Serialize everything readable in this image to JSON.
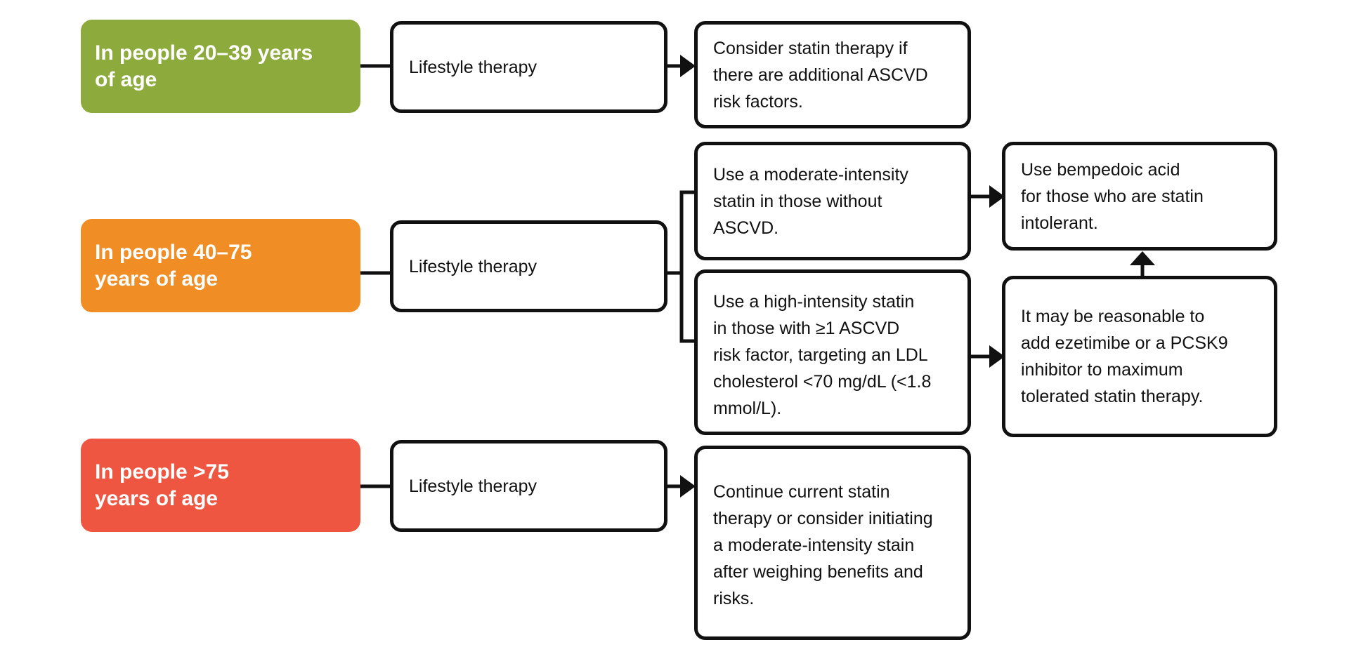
{
  "colors": {
    "green": "#8cab3c",
    "orange": "#f08d25",
    "red": "#ef5641",
    "line": "#111111"
  },
  "rows": [
    {
      "age_label": "In people 20–39 years\nof age",
      "lifestyle": "Lifestyle therapy",
      "outcome": "Consider statin therapy if\nthere are additional ASCVD\nrisk factors."
    },
    {
      "age_label": "In people 40–75\nyears of age",
      "lifestyle": "Lifestyle therapy",
      "moderate": "Use a moderate-intensity\nstatin in those without\nASCVD.",
      "high": "Use a high-intensity statin\nin those with ≥1 ASCVD\nrisk factor, targeting an LDL\ncholesterol <70 mg/dL (<1.8\nmmol/L).",
      "bempedoic": "Use bempedoic acid\nfor those who are statin\nintolerant.",
      "ezetimibe": "It may be reasonable to\nadd ezetimibe or a PCSK9\ninhibitor to maximum\ntolerated statin therapy."
    },
    {
      "age_label": "In people >75\nyears of age",
      "lifestyle": "Lifestyle therapy",
      "outcome": "Continue current statin\ntherapy or consider initiating\na moderate-intensity stain\nafter weighing benefits and\nrisks."
    }
  ]
}
